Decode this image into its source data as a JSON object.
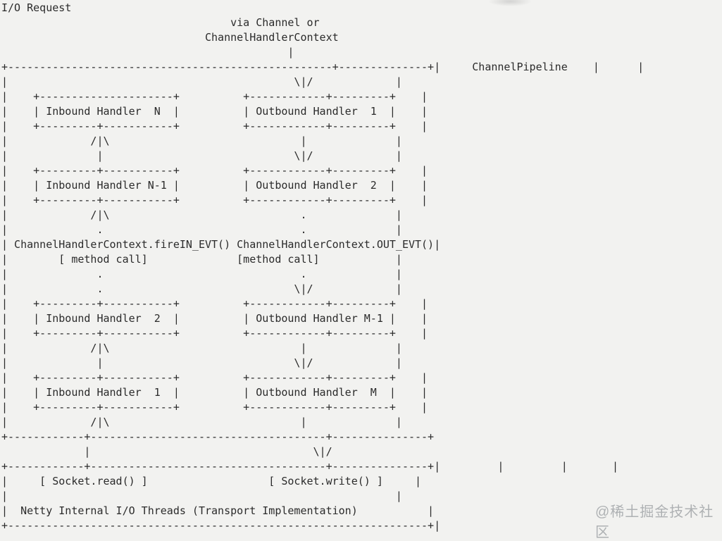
{
  "page": {
    "background": "#f2f2f0",
    "text_color": "#2b2b2b"
  },
  "diagram": {
    "lines": [
      "I/O Request",
      "                                    via Channel or",
      "                                ChannelHandlerContext",
      "                                             |",
      "+---------------------------------------------------+--------------+|     ChannelPipeline    |      |",
      "|                                             \\|/             |",
      "|    +---------------------+          +------------+---------+    |",
      "|    | Inbound Handler  N  |          | Outbound Handler  1  |    |",
      "|    +---------+-----------+          +------------+---------+    |",
      "|             /|\\                              |              |",
      "|              |                              \\|/             |",
      "|    +---------+-----------+          +------------+---------+    |",
      "|    | Inbound Handler N-1 |          | Outbound Handler  2  |    |",
      "|    +---------+-----------+          +------------+---------+    |",
      "|             /|\\                              .              |",
      "|              .                               .              |",
      "| ChannelHandlerContext.fireIN_EVT() ChannelHandlerContext.OUT_EVT()|",
      "|        [ method call]              [method call]            |",
      "|              .                               .              |",
      "|              .                              \\|/             |",
      "|    +---------+-----------+          +------------+---------+    |",
      "|    | Inbound Handler  2  |          | Outbound Handler M-1 |    |",
      "|    +---------+-----------+          +------------+---------+    |",
      "|             /|\\                              |              |",
      "|              |                              \\|/             |",
      "|    +---------+-----------+          +------------+---------+    |",
      "|    | Inbound Handler  1  |          | Outbound Handler  M  |    |",
      "|    +---------+-----------+          +------------+---------+    |",
      "|             /|\\                              |              |",
      "+------------+-------------------------------------+---------------+",
      "             |                                   \\|/",
      "+------------+-------------------------------------+---------------+|         |         |       |",
      "|     [ Socket.read() ]                   [ Socket.write() ]     |",
      "|                                                             |",
      "|  Netty Internal I/O Threads (Transport Implementation)           |",
      "+------------------------------------------------------------------+|"
    ],
    "semantics": {
      "request_source": "I/O Request via Channel or ChannelHandlerContext",
      "pipeline_label": "ChannelPipeline",
      "inbound_handlers": [
        "Inbound Handler  N",
        "Inbound Handler N-1",
        "Inbound Handler  2",
        "Inbound Handler  1"
      ],
      "outbound_handlers": [
        "Outbound Handler  1",
        "Outbound Handler  2",
        "Outbound Handler M-1",
        "Outbound Handler  M"
      ],
      "inbound_call": "ChannelHandlerContext.fireIN_EVT() [ method call]",
      "outbound_call": "ChannelHandlerContext.OUT_EVT() [method call]",
      "socket_read": "[ Socket.read() ]",
      "socket_write": "[ Socket.write() ]",
      "bottom_label": "Netty Internal I/O Threads (Transport Implementation)"
    }
  },
  "watermark": {
    "text": "@稀土掘金技术社区",
    "color": "#aeb1b3"
  }
}
